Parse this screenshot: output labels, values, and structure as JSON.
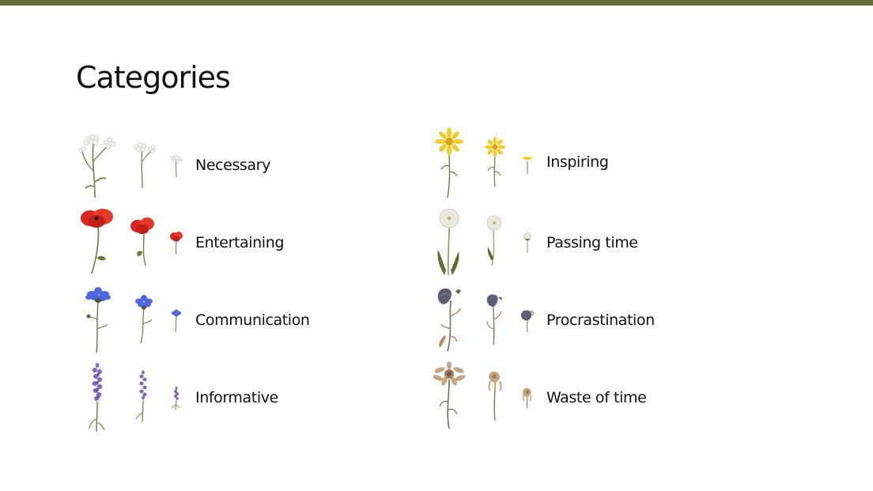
{
  "header": {
    "accent_color": "#626d3a"
  },
  "page": {
    "title": "Categories"
  },
  "categories": [
    {
      "label": "Necessary",
      "flower_icon": "yarrow-icon",
      "color": "#f2f2ee"
    },
    {
      "label": "Entertaining",
      "flower_icon": "poppy-icon",
      "color": "#d8281f"
    },
    {
      "label": "Communication",
      "flower_icon": "cornflower-icon",
      "color": "#4e67e0"
    },
    {
      "label": "Informative",
      "flower_icon": "lavender-icon",
      "color": "#8a62c4"
    },
    {
      "label": "Inspiring",
      "flower_icon": "daisy-icon",
      "color": "#f2cc2a"
    },
    {
      "label": "Passing time",
      "flower_icon": "dandelion-clock-icon",
      "color": "#ece8dc"
    },
    {
      "label": "Procrastination",
      "flower_icon": "withered-bud-icon",
      "color": "#5a6072"
    },
    {
      "label": "Waste of time",
      "flower_icon": "dried-flower-icon",
      "color": "#9c7e60"
    }
  ]
}
